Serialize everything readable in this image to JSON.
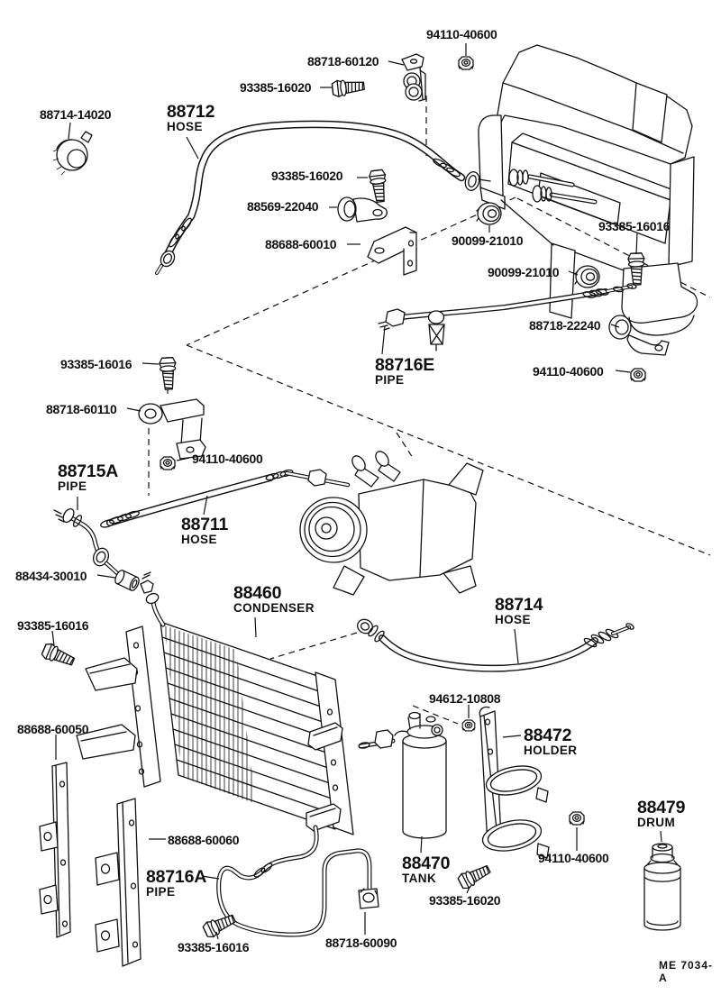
{
  "diagram": {
    "background": "#ffffff",
    "line_color": "#111111",
    "footer_code": "ME 7034-A",
    "labels": [
      {
        "text": "94110-40600"
      },
      {
        "text": "88718-60120"
      },
      {
        "text": "93385-16020"
      },
      {
        "text": "88714-14020"
      },
      {
        "text": "88712",
        "sub": "HOSE"
      },
      {
        "text": "93385-16020"
      },
      {
        "text": "88569-22040"
      },
      {
        "text": "88688-60010"
      },
      {
        "text": "90099-21010"
      },
      {
        "text": "93385-16016"
      },
      {
        "text": "90099-21010"
      },
      {
        "text": "88718-22240"
      },
      {
        "text": "88716E",
        "sub": "PIPE"
      },
      {
        "text": "94110-40600"
      },
      {
        "text": "93385-16016"
      },
      {
        "text": "88718-60110"
      },
      {
        "text": "94110-40600"
      },
      {
        "text": "88715A",
        "sub": "PIPE"
      },
      {
        "text": "88711",
        "sub": "HOSE"
      },
      {
        "text": "88434-30010"
      },
      {
        "text": "88460",
        "sub": "CONDENSER"
      },
      {
        "text": "88714",
        "sub": "HOSE"
      },
      {
        "text": "93385-16016"
      },
      {
        "text": "88688-60050"
      },
      {
        "text": "94612-10808"
      },
      {
        "text": "88472",
        "sub": "HOLDER"
      },
      {
        "text": "88479",
        "sub": "DRUM"
      },
      {
        "text": "88688-60060"
      },
      {
        "text": "88716A",
        "sub": "PIPE"
      },
      {
        "text": "88470",
        "sub": "TANK"
      },
      {
        "text": "94110-40600"
      },
      {
        "text": "93385-16020"
      },
      {
        "text": "88718-60090"
      },
      {
        "text": "93385-16016"
      }
    ]
  }
}
